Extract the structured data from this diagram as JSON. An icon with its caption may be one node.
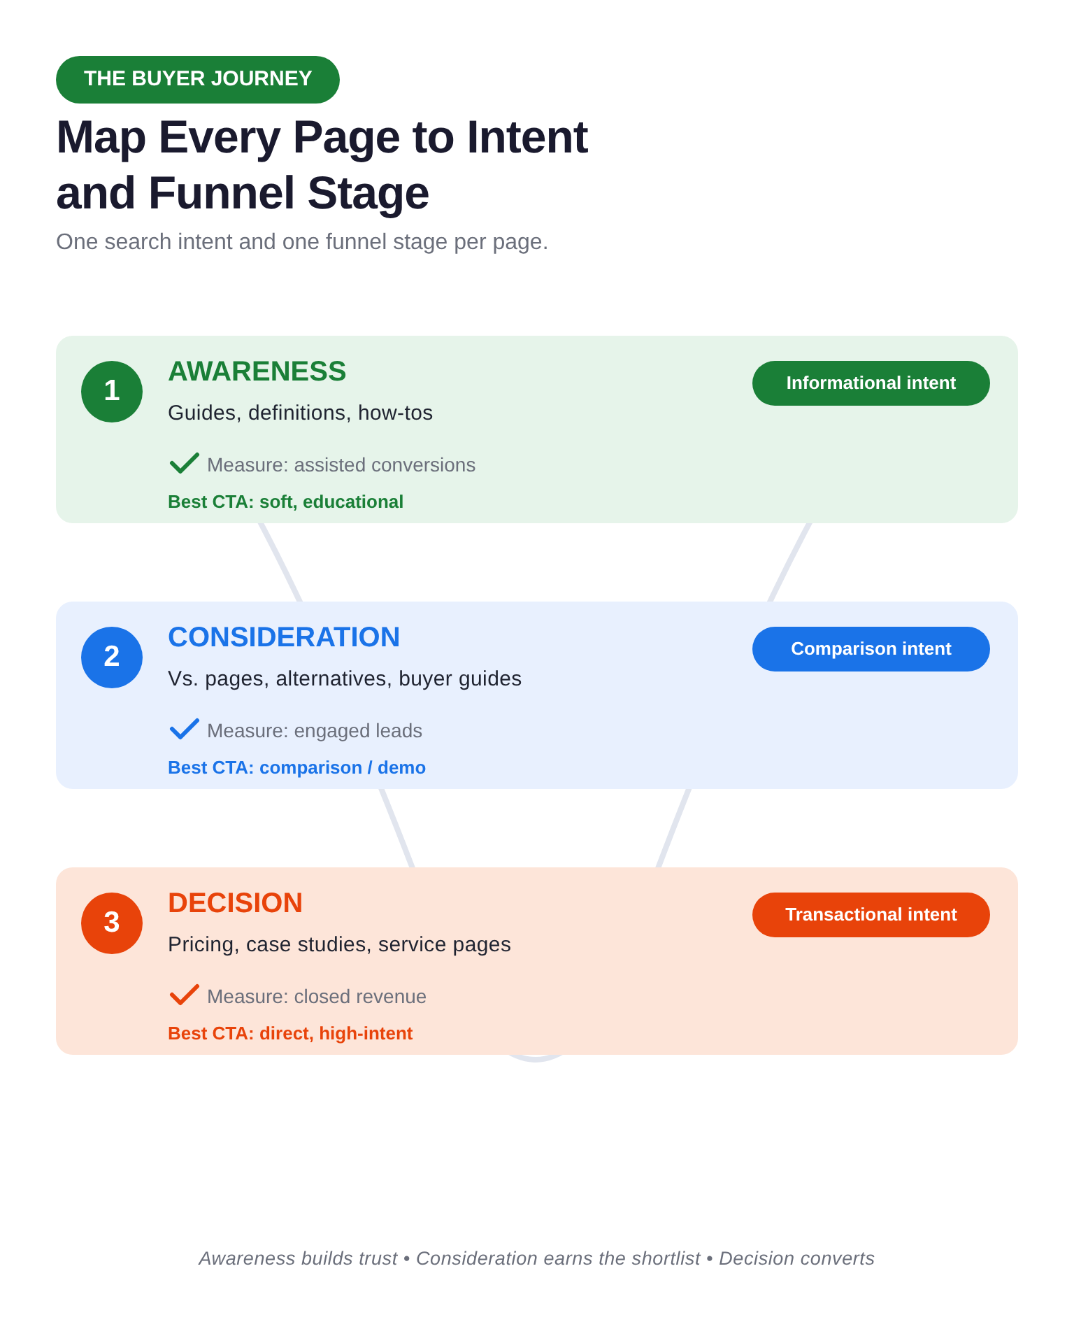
{
  "diagram": {
    "title": "Map Every Page to Intent and Funnel Stage",
    "caption": "Awareness builds trust • Consideration earns the shortlist • Decision converts",
    "nodes": [
      {
        "text": [
          "THE BUYER JOURNEY"
        ]
      },
      {
        "text": [
          "AWARENESS",
          "Guides, definitions, how-tos",
          "Measure: assisted conversions",
          "Best CTA: soft, educational"
        ]
      },
      {
        "text": [
          "1"
        ],
        "in": 1
      },
      {
        "text": [
          "Informational intent"
        ],
        "in": 1
      },
      {
        "text": [
          "CONSIDERATION",
          "Vs. pages, alternatives, buyer guides",
          "Measure: engaged leads",
          "Best CTA: comparison / demo"
        ]
      },
      {
        "text": [
          "2"
        ],
        "in": 4
      },
      {
        "text": [
          "Comparison intent"
        ],
        "in": 4
      },
      {
        "text": [
          "DECISION",
          "Pricing, case studies, service pages",
          "Measure: closed revenue",
          "Best CTA: direct, high-intent"
        ]
      },
      {
        "text": [
          "3"
        ],
        "in": 7
      },
      {
        "text": [
          "Transactional intent"
        ],
        "in": 7
      }
    ],
    "labels": [
      "One search intent and one funnel stage per page."
    ]
  }
}
